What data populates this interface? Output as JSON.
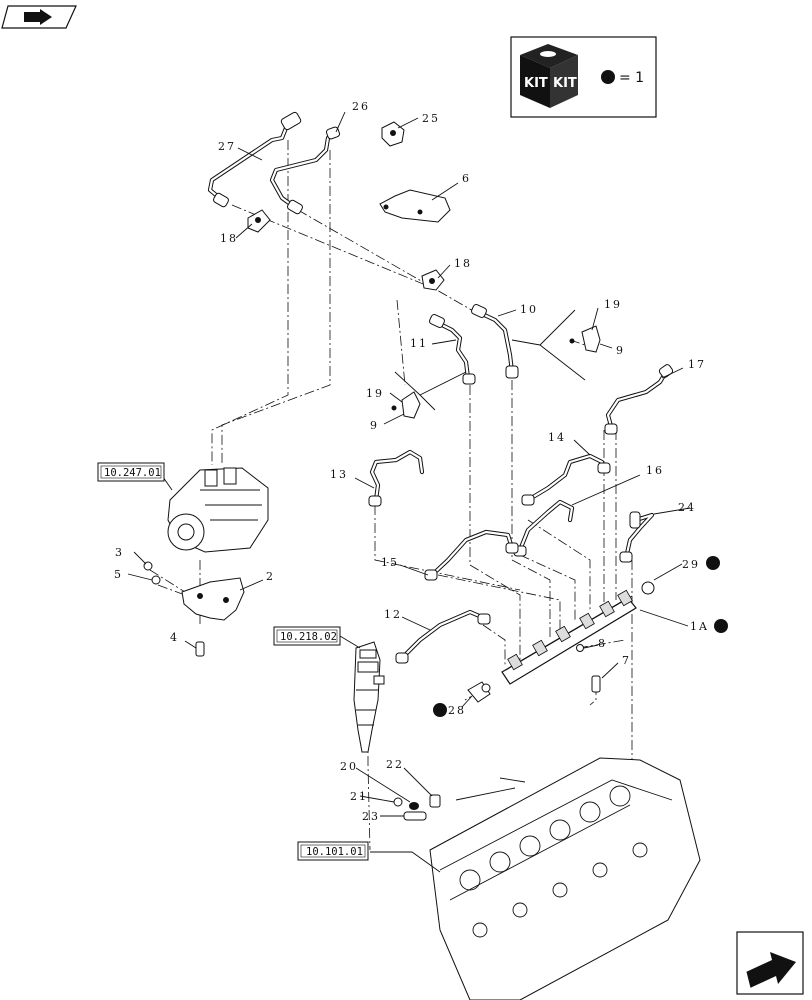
{
  "kit": {
    "label_a": "KIT",
    "label_b": "KIT",
    "equation": "= 1"
  },
  "refs": {
    "pump": "10.247.01",
    "injector": "10.218.02",
    "head": "10.101.01"
  },
  "callouts": {
    "c1A": "1A",
    "c2": "2",
    "c3": "3",
    "c4": "4",
    "c5": "5",
    "c6": "6",
    "c7": "7",
    "c8": "8",
    "c9a": "9",
    "c9b": "9",
    "c10": "10",
    "c11": "11",
    "c12": "12",
    "c13": "13",
    "c14": "14",
    "c15": "15",
    "c16": "16",
    "c17": "17",
    "c18a": "18",
    "c18b": "18",
    "c19a": "19",
    "c19b": "19",
    "c20": "20",
    "c21": "21",
    "c22": "22",
    "c23": "23",
    "c24": "24",
    "c25": "25",
    "c26": "26",
    "c27": "27",
    "c28": "28",
    "c29": "29"
  },
  "icons": {
    "top_left": "book-arrow-icon",
    "bottom_right": "next-page-arrow-icon",
    "kit": "kit-box-icon",
    "kit_marker": "black-dot-icon"
  }
}
